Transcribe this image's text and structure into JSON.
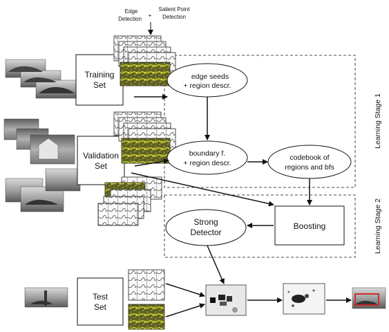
{
  "top_annotation": {
    "edge_detection_line1": "Edge",
    "edge_detection_line2": "Detection",
    "plus": "+",
    "salient_line1": "Salient Point",
    "salient_line2": "Detection"
  },
  "boxes": {
    "training_set": {
      "line1": "Training",
      "line2": "Set"
    },
    "validation_set": {
      "line1": "Validation",
      "line2": "Set"
    },
    "test_set": {
      "line1": "Test",
      "line2": "Set"
    },
    "boosting": {
      "line1": "Boosting"
    }
  },
  "ellipses": {
    "edge_seeds": {
      "line1": "edge seeds",
      "line2": "+ region descr."
    },
    "boundary_f": {
      "line1": "boundary f.",
      "line2": "+ region descr."
    },
    "codebook": {
      "line1": "codebook of",
      "line2": "regions and bfs"
    },
    "strong_detector": {
      "line1": "Strong",
      "line2": "Detector"
    }
  },
  "stages": {
    "stage1": "Learning Stage 1",
    "stage2": "Learning Stage 2"
  },
  "colors": {
    "line": "#111111",
    "photo_dark": "#6e6e6e",
    "photo_light": "#cfcfcf",
    "edge_map_green": "#8a8f1e",
    "detection_box": "#d42020"
  }
}
